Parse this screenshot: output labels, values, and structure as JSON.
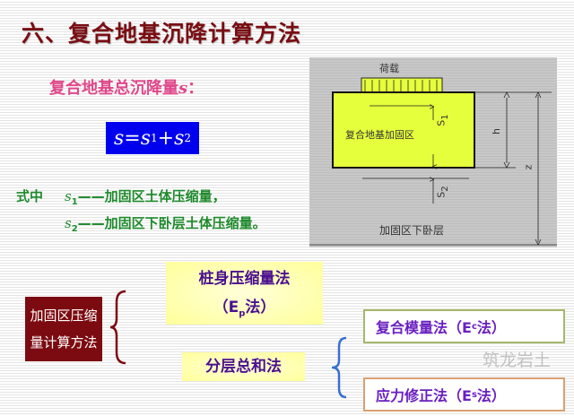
{
  "title": "六、复合地基沉降计算方法",
  "subtitle": {
    "text": "复合地基总沉降量",
    "symbol": "s",
    "colon": "："
  },
  "formula": {
    "s": "s",
    "eq": " = ",
    "s1": "s",
    "sub1": "1",
    "plus": " + ",
    "s2": "s",
    "sub2": "2"
  },
  "legend": {
    "prefix": "式中",
    "items": [
      {
        "symbol": "s",
        "sub": "1",
        "text": "——加固区土体压缩量，"
      },
      {
        "symbol": "s",
        "sub": "2",
        "text": "——加固区下卧层土体压缩量。"
      }
    ]
  },
  "diagram": {
    "load": "荷载",
    "zone": "复合地基加固区",
    "under": "加固区下卧层",
    "s1": "S",
    "s1sub": "1",
    "s2": "S",
    "s2sub": "2",
    "h": "h",
    "z": "z"
  },
  "methods": {
    "root": [
      "加固区压缩",
      "量计算方法"
    ],
    "pile": {
      "line1": "桩身压缩量法",
      "line2_pre": "（E",
      "line2_sub": "p",
      "line2_post": "法）"
    },
    "layer": "分层总和法",
    "ec": {
      "pre": "复合模量法（E",
      "sub": "c",
      "post": "法）"
    },
    "es": {
      "pre": "应力修正法（E",
      "sub": "s",
      "post": "法）"
    }
  },
  "watermark": "筑龙岩土",
  "colors": {
    "title": "#7a0d12",
    "subtitle": "#e0488a",
    "formula_bg": "#0000ee",
    "legend": "#1f8a2c",
    "zone": "#e6ff3c",
    "root_box": "#7b0b10",
    "method_text": "#6a20c0"
  }
}
